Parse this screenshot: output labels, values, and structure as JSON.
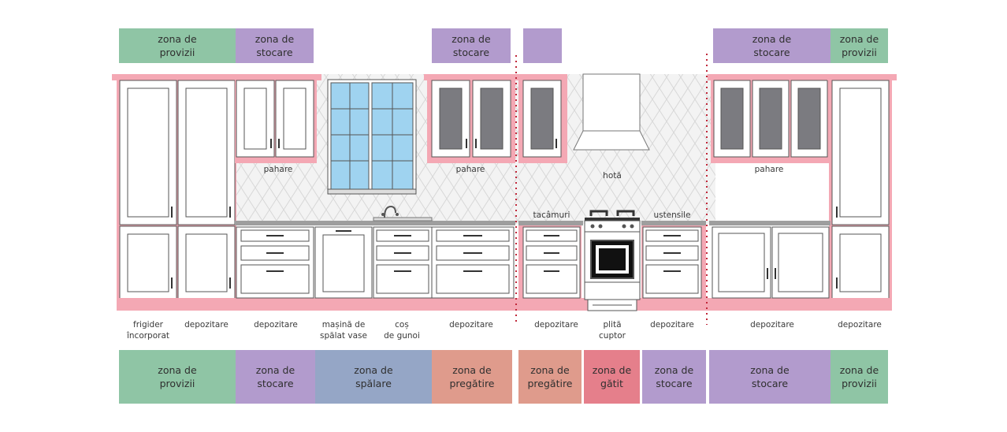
{
  "colors": {
    "provizii": "#8fc5a5",
    "stocare": "#b29bcd",
    "spalare": "#95a6c6",
    "pregatire": "#df9b8c",
    "gatit": "#e57f8b",
    "cabinet_frame": "#f4a8b4",
    "tile": "#e9e9e9",
    "window_glass": "#9fd3f0",
    "glass_door": "#7b7b80",
    "countertop": "#9e9e9e",
    "divider": "#c0283a"
  },
  "top_zones": [
    {
      "text": "zona de\nprovizii",
      "color": "provizii"
    },
    {
      "text": "zona de\nstocare",
      "color": "stocare"
    },
    {
      "text": "zona de\nstocare",
      "color": "stocare"
    },
    {
      "text": "",
      "color": "stocare"
    },
    {
      "text": "zona de\nstocare",
      "color": "stocare"
    },
    {
      "text": "zona de\nprovizii",
      "color": "provizii"
    }
  ],
  "upper_labels": [
    "pahare",
    "pahare",
    "hotă",
    "pahare"
  ],
  "counter_labels": [
    "tacâmuri",
    "ustensile"
  ],
  "item_labels": [
    "frigider\nîncorporat",
    "depozitare",
    "depozitare",
    "mașină de\nspălat vase",
    "coș\nde gunoi",
    "depozitare",
    "depozitare",
    "plită\ncuptor",
    "depozitare",
    "depozitare",
    "depozitare"
  ],
  "bottom_zones": [
    {
      "text": "zona de\nprovizii",
      "color": "provizii"
    },
    {
      "text": "zona de\nstocare",
      "color": "stocare"
    },
    {
      "text": "zona de\nspălare",
      "color": "spalare"
    },
    {
      "text": "zona de\npregătire",
      "color": "pregatire"
    },
    {
      "text": "zona de\npregătire",
      "color": "pregatire"
    },
    {
      "text": "zona de\ngătit",
      "color": "gatit"
    },
    {
      "text": "zona de\nstocare",
      "color": "stocare"
    },
    {
      "text": "zona de\nstocare",
      "color": "stocare"
    },
    {
      "text": "zona de\nprovizii",
      "color": "provizii"
    }
  ]
}
